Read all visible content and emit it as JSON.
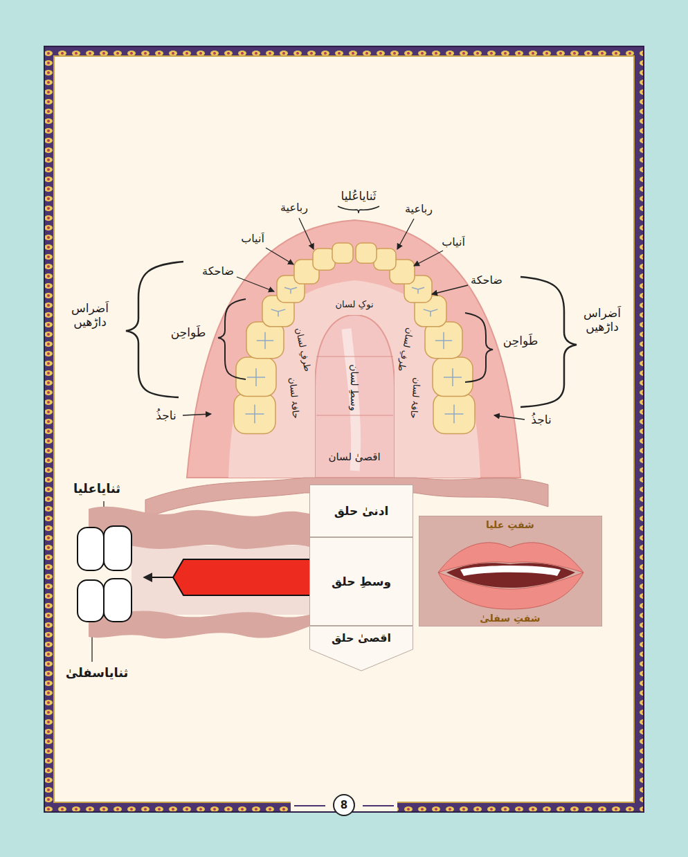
{
  "diagram": {
    "nodes": [
      {
        "text": [
          "وسطِ لسان",
          "اقصیٰ لسان"
        ]
      },
      {
        "text": [
          "ادنیٰ حلق"
        ]
      },
      {
        "text": [
          "وسطِ حلق"
        ]
      },
      {
        "text": [
          "اقصیٰ حلق"
        ]
      },
      {
        "text": [
          "شفتِ علیا",
          "شفتِ سفلیٰ"
        ]
      }
    ],
    "labels": [
      "ثَنایاعُلیا",
      "رباعیة",
      "رباعیة",
      "اَنیاب",
      "اَنیاب",
      "ضاحکة",
      "ضاحکة",
      "اَضراس داڑھیں",
      "اَضراس داڑھیں",
      "طَواحِن",
      "طَواحِن",
      "ناجذُ",
      "ناجذُ",
      "نوکِ لسان",
      "طرفِ لسان",
      "طرفِ لسان",
      "حافۂ لسان",
      "حافۂ لسان",
      "ثنایاعلیا",
      "ثنایاسفلیٰ",
      "8"
    ]
  }
}
